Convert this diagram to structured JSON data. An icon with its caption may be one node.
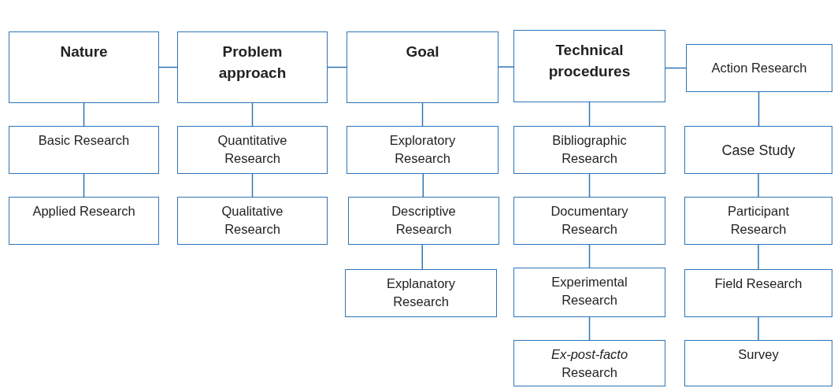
{
  "diagram": {
    "nodes": [
      {
        "text": [
          "Nature"
        ]
      },
      {
        "text": [
          "Problem approach"
        ]
      },
      {
        "text": [
          "Goal"
        ]
      },
      {
        "text": [
          "Technical procedures"
        ]
      },
      {
        "text": [
          "Action Research"
        ]
      },
      {
        "text": [
          "Basic Research"
        ]
      },
      {
        "text": [
          "Applied Research"
        ]
      },
      {
        "text": [
          "Quantitative Research"
        ]
      },
      {
        "text": [
          "Qualitative Research"
        ]
      },
      {
        "text": [
          "Exploratory Research"
        ]
      },
      {
        "text": [
          "Descriptive Research"
        ]
      },
      {
        "text": [
          "Explanatory Research"
        ]
      },
      {
        "text": [
          "Bibliographic Research"
        ]
      },
      {
        "text": [
          "Documentary Research"
        ]
      },
      {
        "text": [
          "Experimental Research"
        ]
      },
      {
        "text": [
          "*Ex-post-facto* Research"
        ]
      },
      {
        "text": [
          "Case Study"
        ]
      },
      {
        "text": [
          "Participant Research"
        ]
      },
      {
        "text": [
          "Field Research"
        ]
      },
      {
        "text": [
          "Survey"
        ]
      }
    ],
    "edges": [
      {
        "from": 0,
        "to": 1,
        "arrow": "none"
      },
      {
        "from": 1,
        "to": 2,
        "arrow": "none"
      },
      {
        "from": 2,
        "to": 3,
        "arrow": "none"
      },
      {
        "from": 3,
        "to": 4,
        "arrow": "none"
      },
      {
        "from": 4,
        "to": 16,
        "arrow": "none"
      },
      {
        "from": 0,
        "to": 5,
        "arrow": "none"
      },
      {
        "from": 5,
        "to": 6,
        "arrow": "none"
      },
      {
        "from": 1,
        "to": 7,
        "arrow": "none"
      },
      {
        "from": 7,
        "to": 8,
        "arrow": "none"
      },
      {
        "from": 2,
        "to": 9,
        "arrow": "none"
      },
      {
        "from": 9,
        "to": 10,
        "arrow": "none"
      },
      {
        "from": 10,
        "to": 11,
        "arrow": "none"
      },
      {
        "from": 3,
        "to": 12,
        "arrow": "none"
      },
      {
        "from": 12,
        "to": 13,
        "arrow": "none"
      },
      {
        "from": 13,
        "to": 14,
        "arrow": "none"
      },
      {
        "from": 14,
        "to": 15,
        "arrow": "none"
      },
      {
        "from": 16,
        "to": 17,
        "arrow": "none"
      },
      {
        "from": 17,
        "to": 18,
        "arrow": "none"
      },
      {
        "from": 18,
        "to": 19,
        "arrow": "none"
      }
    ]
  }
}
